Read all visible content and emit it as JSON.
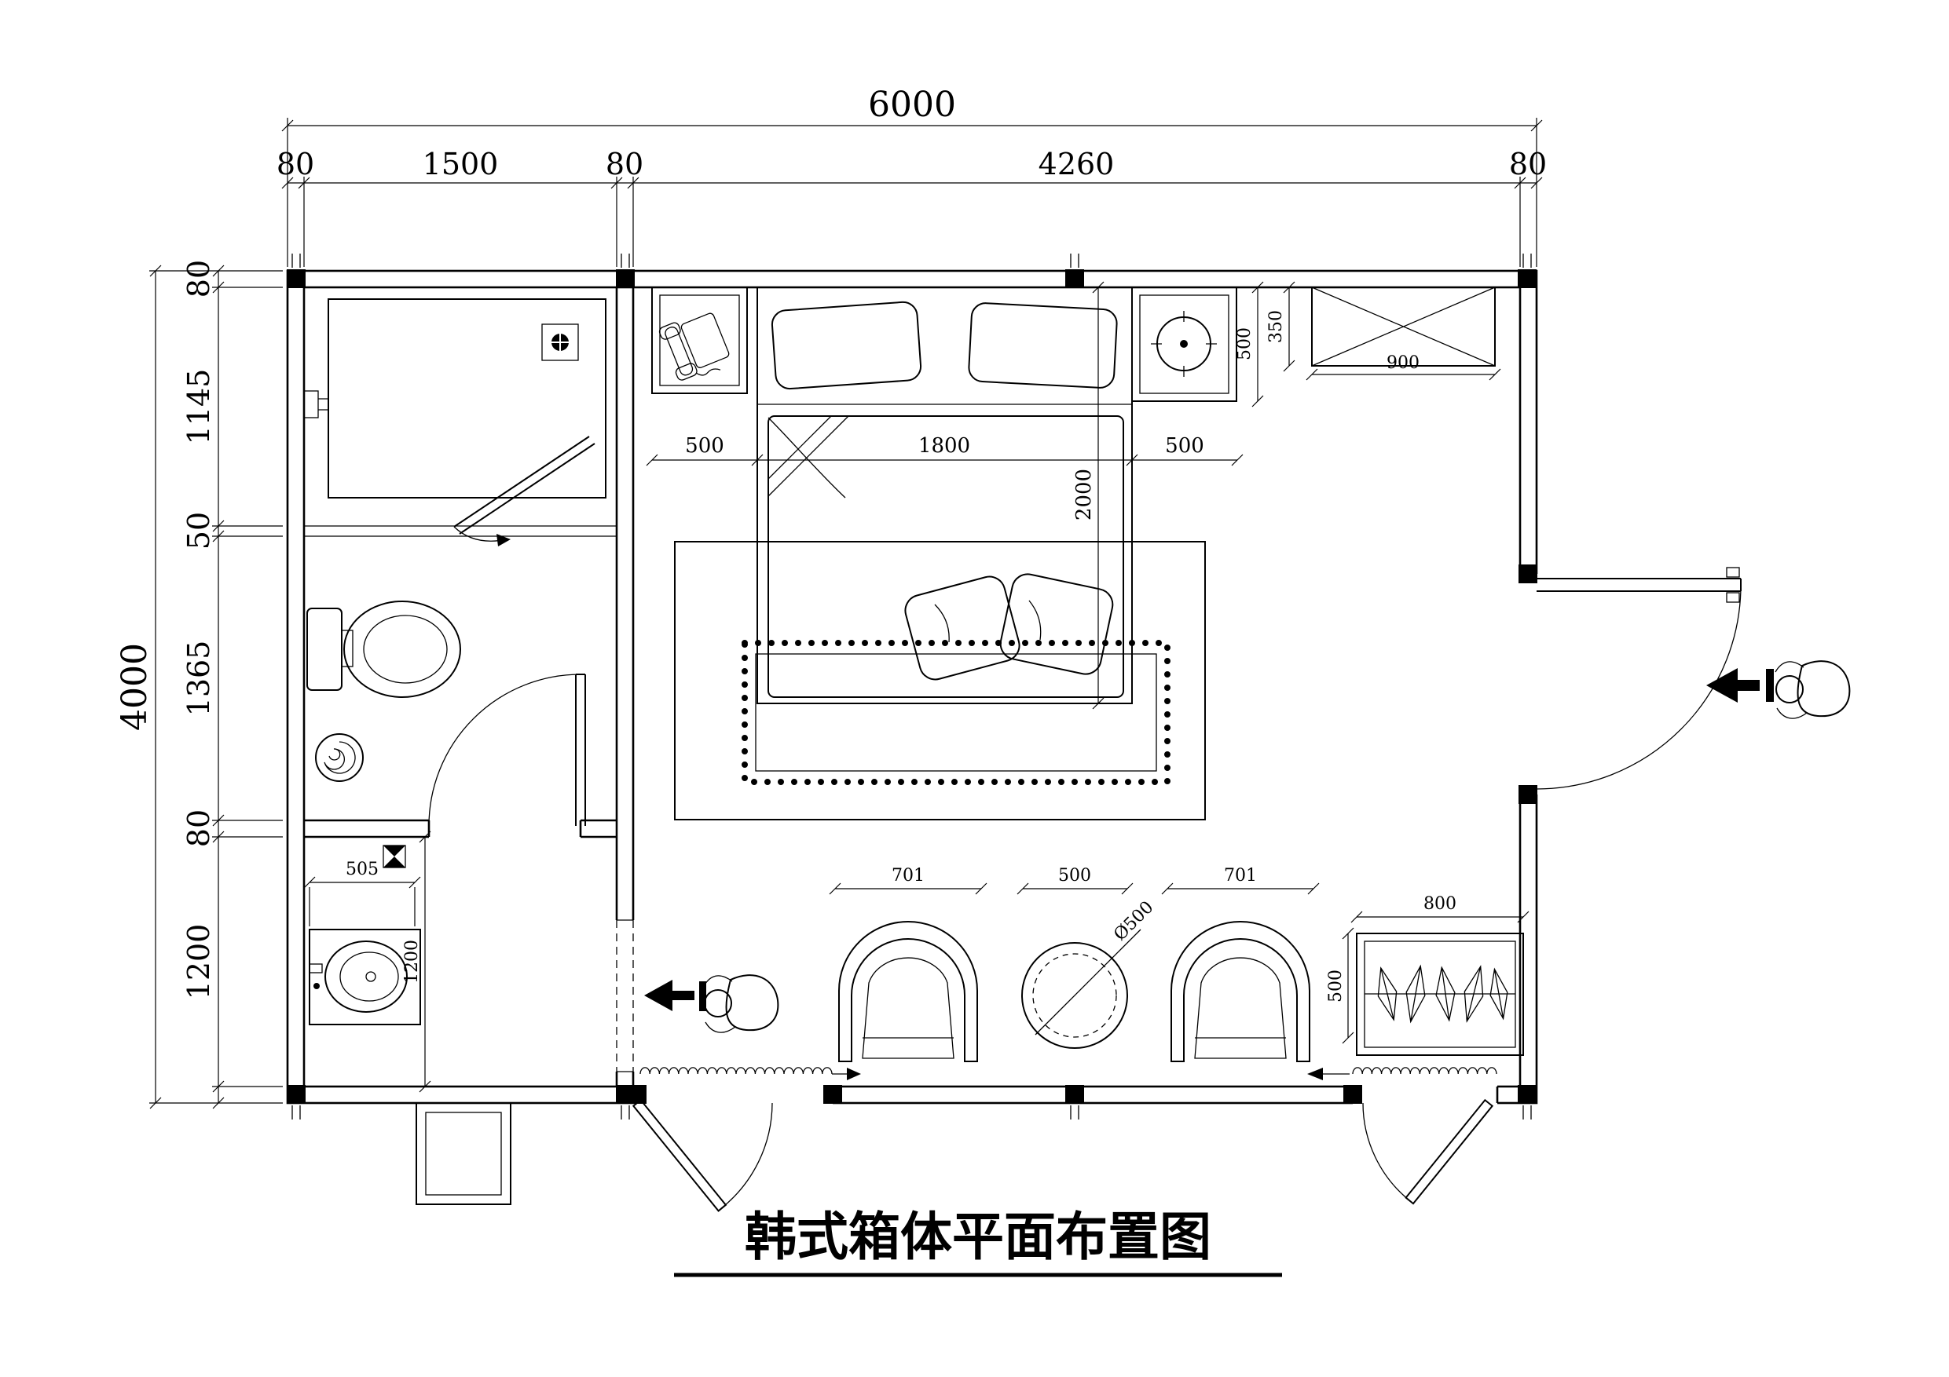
{
  "title": "韩式箱体平面布置图",
  "dims": {
    "total_width": "6000",
    "total_height": "4000",
    "top": [
      "80",
      "1500",
      "80",
      "4260",
      "80"
    ],
    "left": [
      "80",
      "1145",
      "50",
      "1365",
      "80",
      "1200"
    ],
    "bed_left_gap": "500",
    "bed_width": "1800",
    "bed_right_gap": "500",
    "bed_length": "2000",
    "nightstand_depth": "500",
    "cabinet_depth": "350",
    "cabinet_width": "900",
    "vanity_width": "505",
    "vanity_area_depth": "1200",
    "chair_left_width": "701",
    "table_gap": "500",
    "chair_right_width": "701",
    "table_diameter": "Ø500",
    "planter_width": "800",
    "planter_depth": "500"
  }
}
